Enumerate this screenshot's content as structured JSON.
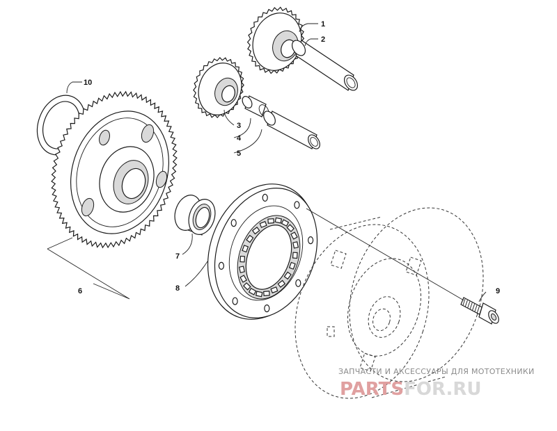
{
  "callouts": [
    {
      "id": "1",
      "label": "1"
    },
    {
      "id": "2",
      "label": "2"
    },
    {
      "id": "3",
      "label": "3"
    },
    {
      "id": "4",
      "label": "4"
    },
    {
      "id": "5",
      "label": "5"
    },
    {
      "id": "6",
      "label": "6"
    },
    {
      "id": "7",
      "label": "7"
    },
    {
      "id": "8",
      "label": "8"
    },
    {
      "id": "9",
      "label": "9"
    },
    {
      "id": "10",
      "label": "10"
    }
  ],
  "watermark": {
    "tagline": "ЗАПЧАСТИ И АКСЕССУАРЫ ДЛЯ МОТОТЕХНИКИ",
    "logo_part1": "PARTS",
    "logo_part2": "FOR.RU"
  }
}
